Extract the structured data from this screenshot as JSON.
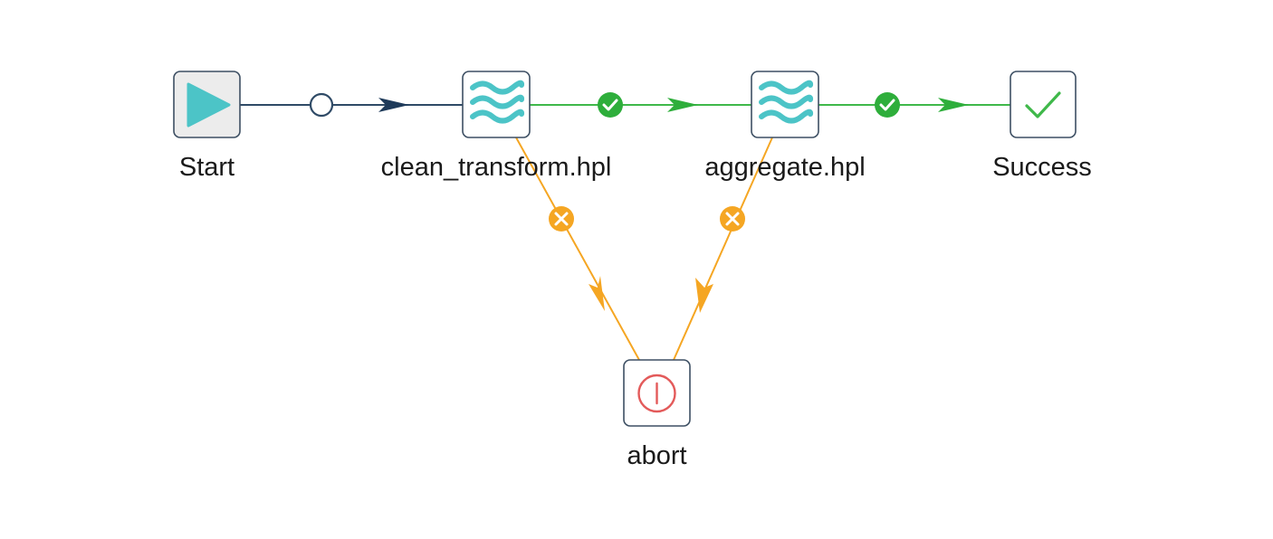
{
  "workflow": {
    "nodes": [
      {
        "id": "start",
        "label": "Start",
        "icon": "play-icon",
        "color": "#4cc4c7"
      },
      {
        "id": "clean",
        "label": "clean_transform.hpl",
        "icon": "pipeline-waves-icon",
        "color": "#4cc4c7"
      },
      {
        "id": "aggregate",
        "label": "aggregate.hpl",
        "icon": "pipeline-waves-icon",
        "color": "#4cc4c7"
      },
      {
        "id": "success",
        "label": "Success",
        "icon": "checkmark-icon",
        "color": "#3fb84a"
      },
      {
        "id": "abort",
        "label": "abort",
        "icon": "abort-power-icon",
        "color": "#e35a5a"
      }
    ],
    "hops": [
      {
        "from": "start",
        "to": "clean",
        "type": "unconditional",
        "color": "#2f4a66"
      },
      {
        "from": "clean",
        "to": "aggregate",
        "type": "success",
        "color": "#3fb84a"
      },
      {
        "from": "aggregate",
        "to": "success",
        "type": "success",
        "color": "#3fb84a"
      },
      {
        "from": "clean",
        "to": "abort",
        "type": "failure",
        "color": "#f5a623"
      },
      {
        "from": "aggregate",
        "to": "abort",
        "type": "failure",
        "color": "#f5a623"
      }
    ]
  }
}
